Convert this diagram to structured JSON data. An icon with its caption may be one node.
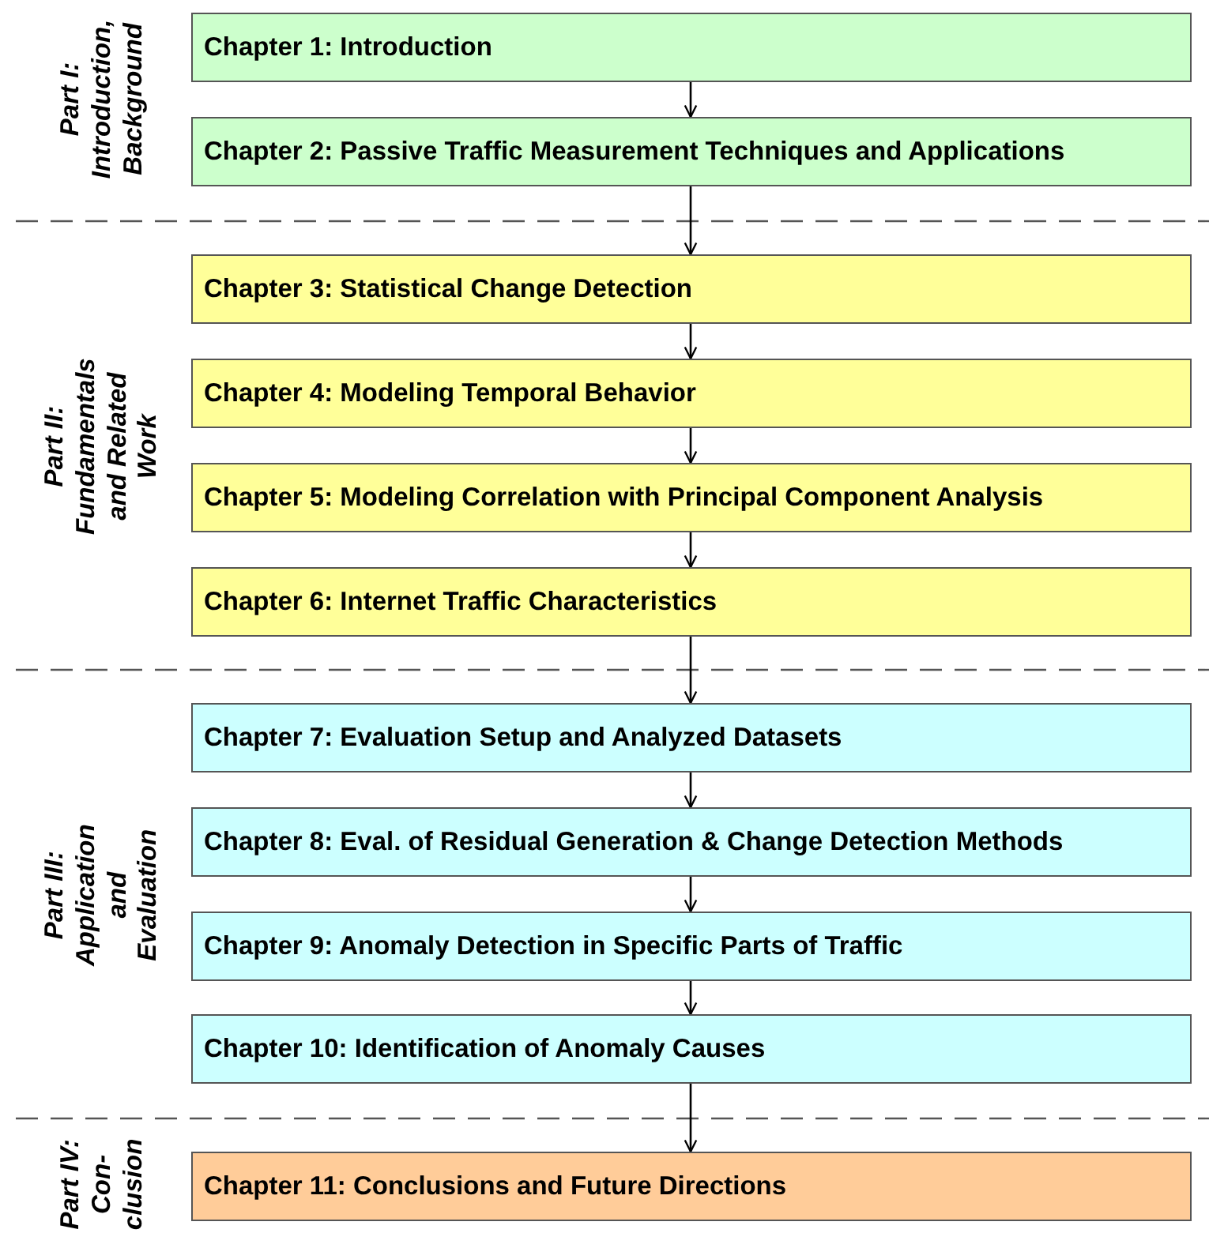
{
  "diagram": {
    "nodes": [
      {
        "text": [
          "Chapter 1: Introduction"
        ]
      },
      {
        "text": [
          "Chapter 2: Passive Traffic Measurement Techniques and Applications"
        ]
      },
      {
        "text": [
          "Chapter 3: Statistical Change Detection"
        ]
      },
      {
        "text": [
          "Chapter 4: Modeling Temporal Behavior"
        ]
      },
      {
        "text": [
          "Chapter 5: Modeling Correlation with Principal Component Analysis"
        ]
      },
      {
        "text": [
          "Chapter 6: Internet Traffic Characteristics"
        ]
      },
      {
        "text": [
          "Chapter 7: Evaluation Setup and Analyzed Datasets"
        ]
      },
      {
        "text": [
          "Chapter 8: Eval. of Residual Generation & Change Detection Methods"
        ]
      },
      {
        "text": [
          "Chapter 9: Anomaly Detection in Specific Parts of Traffic"
        ]
      },
      {
        "text": [
          "Chapter 10: Identification of Anomaly Causes"
        ]
      },
      {
        "text": [
          "Chapter 11: Conclusions and Future Directions"
        ]
      }
    ],
    "edges": [
      {
        "from": 0,
        "to": 1,
        "arrow": "to"
      },
      {
        "from": 1,
        "to": 2,
        "arrow": "to"
      },
      {
        "from": 2,
        "to": 3,
        "arrow": "to"
      },
      {
        "from": 3,
        "to": 4,
        "arrow": "to"
      },
      {
        "from": 4,
        "to": 5,
        "arrow": "to"
      },
      {
        "from": 5,
        "to": 6,
        "arrow": "to"
      },
      {
        "from": 6,
        "to": 7,
        "arrow": "to"
      },
      {
        "from": 7,
        "to": 8,
        "arrow": "to"
      },
      {
        "from": 8,
        "to": 9,
        "arrow": "to"
      },
      {
        "from": 9,
        "to": 10,
        "arrow": "to"
      }
    ],
    "labels": [
      "Part I: Introduction, Background",
      "Part II: Fundamentals and Related Work",
      "Part III: Application and Evaluation",
      "Part IV: Con- clusion"
    ]
  }
}
